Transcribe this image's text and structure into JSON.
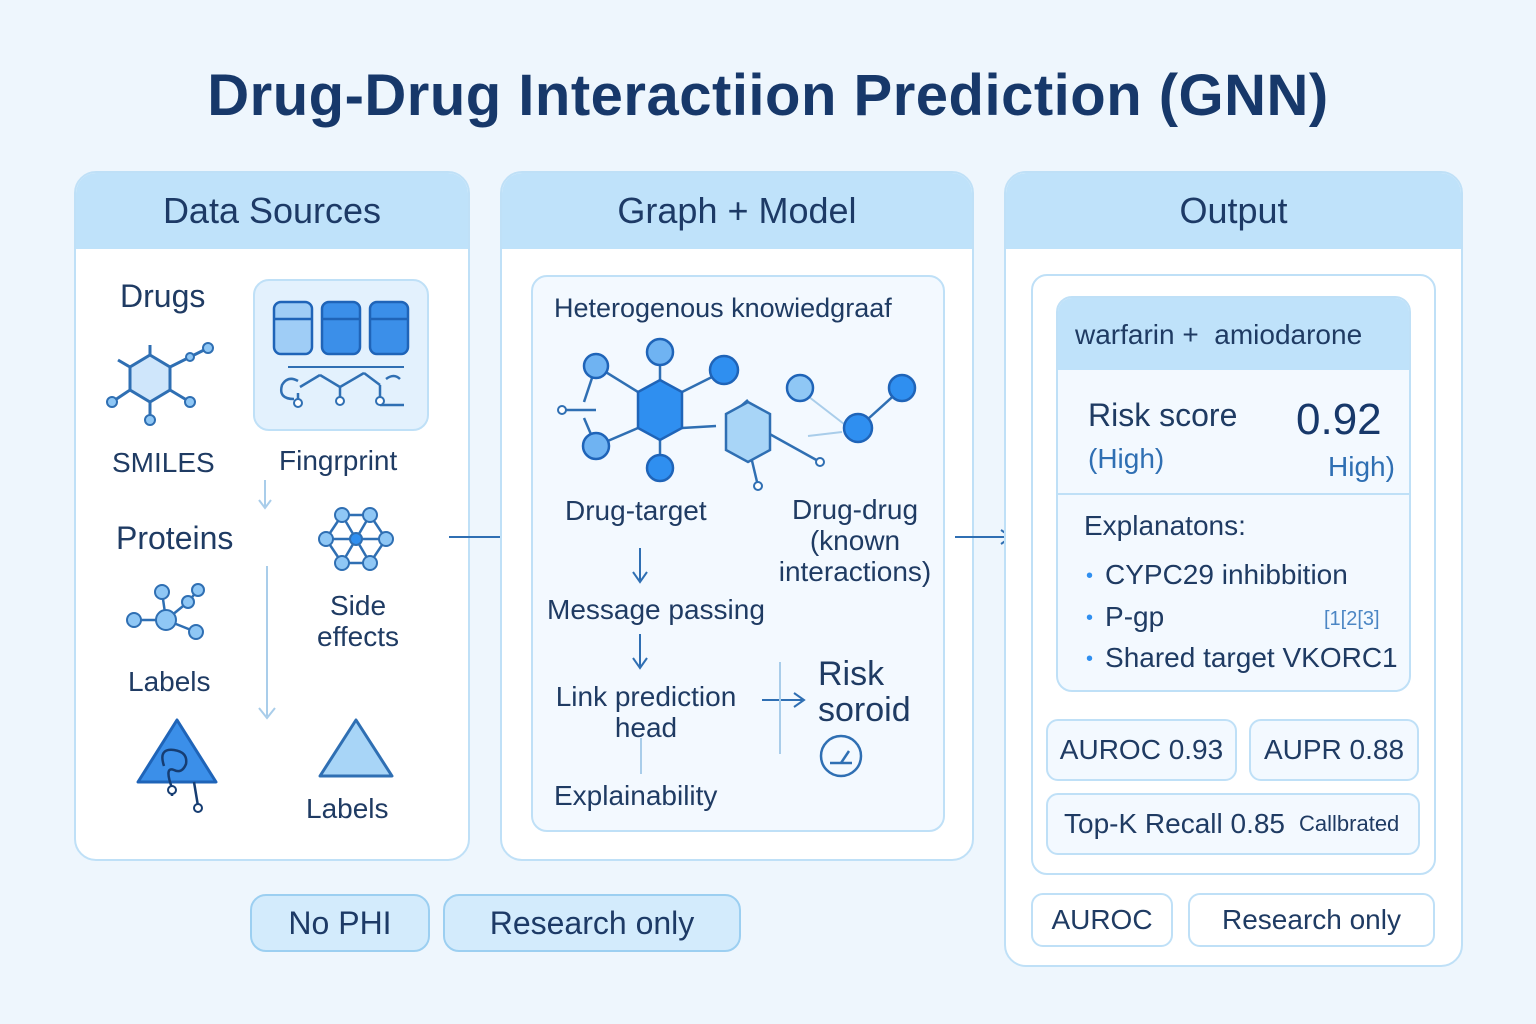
{
  "title": "Drug-Drug Interactiion Prediction (GNN)",
  "panels": {
    "data_sources": {
      "header": "Data Sources",
      "drugs": "Drugs",
      "smiles": "SMILES",
      "fingerprint": "Fingrprint",
      "proteins": "Proteins",
      "side_effects": "Side effects",
      "labels_1": "Labels",
      "labels_2": "Labels"
    },
    "graph_model": {
      "header": "Graph + Model",
      "kg_title": "Heterogenous knowiedgraaf",
      "drug_target": "Drug-target",
      "drug_drug": "Drug-drug (known interactions)",
      "message_passing": "Message passing",
      "link_prediction": "Link prediction head",
      "risk": "Risk soroid",
      "explainability": "Explainability"
    },
    "output": {
      "header": "Output",
      "pair": "warfarin +  amiodarone",
      "risk_label": "Risk score",
      "risk_sub": "(High)",
      "risk_value": "0.92",
      "risk_level": "High)",
      "explanations_title": "Explanatons:",
      "explanations": [
        "CYPC29 inhibbition",
        "P-gp",
        "Shared target VKORC1"
      ],
      "citations": "[1[2[3]",
      "metrics": {
        "auroc": "AUROC 0.93",
        "aupr": "AUPR 0.88",
        "topk": "Top-K Recall 0.85",
        "calibrated": "Callbrated"
      },
      "badges": [
        "AUROC",
        "Research only"
      ]
    }
  },
  "footer_badges": [
    "No PHI",
    "Research only"
  ],
  "colors": {
    "background": "#eef6fd",
    "header": "#bfe2fa",
    "node_fill": "#2f8ff0",
    "node_light": "#8fc7f5",
    "edge": "#2f6fb3",
    "title": "#17386a"
  }
}
